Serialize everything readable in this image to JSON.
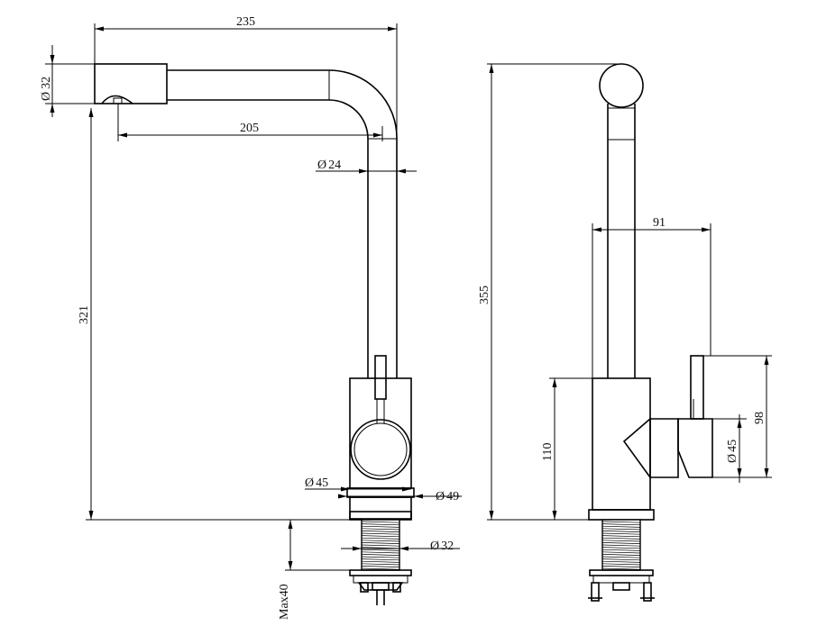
{
  "side_view": {
    "width_235": "235",
    "diameter_32": "32",
    "reach_205": "205",
    "diameter_24": "24",
    "height_321": "321",
    "diameter_45": "45",
    "diameter_49": "49",
    "diameter_32_shank": "32",
    "max_40": "Max40"
  },
  "front_view": {
    "height_355": "355",
    "offset_91": "91",
    "height_110": "110",
    "height_98": "98",
    "diameter_45": "45"
  },
  "symbols": {
    "diameter": "Ø"
  }
}
